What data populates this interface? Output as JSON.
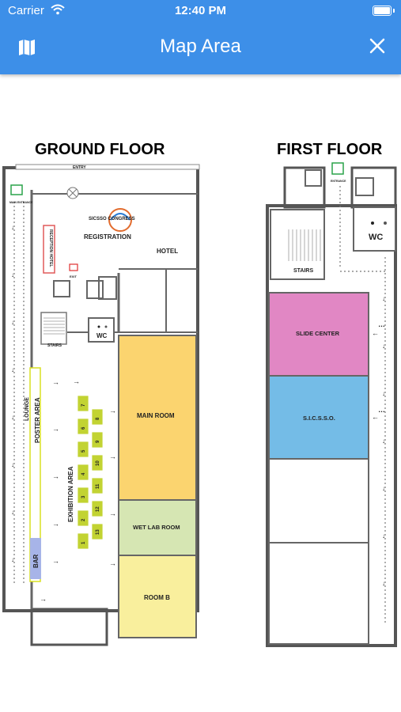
{
  "status_bar": {
    "carrier": "Carrier",
    "time": "12:40 PM"
  },
  "nav": {
    "title": "Map Area",
    "left_icon": "map-icon",
    "right_icon": "close-icon"
  },
  "ground_floor": {
    "title": "GROUND FLOOR",
    "entry": "ENTRY",
    "main_entrance": "MAIN ENTRANCE",
    "registration": "REGISTRATION",
    "hotel": "HOTEL",
    "reception": "RECEPTION HOTEL",
    "exit": "EXIT",
    "stairs": "STAIRS",
    "wc": "WC",
    "lounge": "LOUNGE",
    "poster_area": "POSTER AREA",
    "exhibition_area": "EXHIBITION AREA",
    "bar": "BAR",
    "main_room": "MAIN ROOM",
    "wet_lab_room": "WET LAB ROOM",
    "room_b": "ROOM B",
    "logo": "SICSSO CONGRESS",
    "booths_left": [
      "7",
      "6",
      "5",
      "4",
      "3",
      "2",
      "1"
    ],
    "booths_right": [
      "8",
      "9",
      "10",
      "11",
      "12",
      "13"
    ]
  },
  "first_floor": {
    "title": "FIRST FLOOR",
    "entrance": "ENTRANCE",
    "stairs": "STAIRS",
    "wc": "WC",
    "slide_center": "SLIDE CENTER",
    "sicsso": "S.I.C.S.S.O."
  },
  "colors": {
    "nav": "#3d8fe8",
    "main_room": "#fbd46f",
    "wet_lab": "#d6e6b3",
    "room_b": "#f9ef9d",
    "slide_center": "#e187c4",
    "sicsso": "#74bce7",
    "booth": "#c2d332"
  }
}
